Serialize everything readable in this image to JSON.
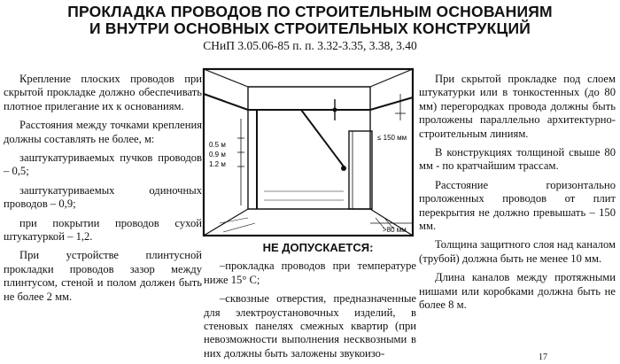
{
  "header": {
    "title_line1": "ПРОКЛАДКА ПРОВОДОВ ПО СТРОИТЕЛЬНЫМ ОСНОВАНИЯМ",
    "title_line2": "И ВНУТРИ ОСНОВНЫХ СТРОИТЕЛЬНЫХ КОНСТРУКЦИЙ",
    "subtitle": "СНиП 3.05.06-85 п. п. 3.32-3.35, 3.38, 3.40"
  },
  "left_column": [
    "Крепление плоских проводов при скрытой прокладке должно обеспечивать плотное прилегание их к основаниям.",
    "Расстояния между точками крепления должны составлять не более, м:",
    "заштукатуриваемых пучков проводов – 0,5;",
    "заштукатуриваемых одиночных проводов – 0,9;",
    "при покрытии проводов сухой штукатуркой – 1,2.",
    "При устройстве плинтусной прокладки проводов зазор между плинтусом, стеной и полом должен быть не более 2 мм."
  ],
  "figure": {
    "dim_left_1": "0.5 м",
    "dim_left_2": "0.9 м",
    "dim_left_3": "1.2 м",
    "dim_right": "≤ 150 мм",
    "dim_bottom": ">80 мм"
  },
  "middle_column": {
    "heading": "НЕ ДОПУСКАЕТСЯ:",
    "items": [
      "–прокладка проводов при температуре ниже 15° С;",
      "–сквозные отверстия, предназначенные для электроустановочных изделий, в стеновых панелях смежных квартир (при невозможности выполнения несквозными в них должны быть заложены звукоизо-"
    ]
  },
  "right_column": [
    "При скрытой прокладке под слоем штукатурки или в тонкостенных (до 80 мм) перегородках провода должны быть проложены параллельно архитектурно-строительным линиям.",
    "В конструкциях толщиной свыше 80 мм - по кратчайшим трассам.",
    "Расстояние горизонтально проложенных проводов от плит перекрытия не должно превышать – 150 мм.",
    "Толщина защитного слоя над каналом (трубой) должна быть не менее 10 мм.",
    "Длина каналов между протяжными нишами или коробками должна быть не более 8 м."
  ],
  "page_mark": "17"
}
